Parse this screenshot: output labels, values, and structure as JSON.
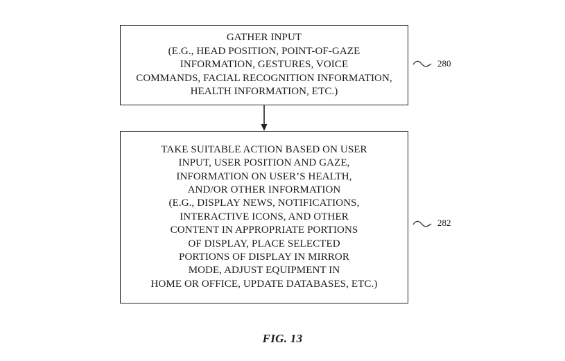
{
  "flowchart": {
    "steps": [
      {
        "ref": "280",
        "lines": [
          "GATHER INPUT",
          "(E.G., HEAD POSITION, POINT-OF-GAZE",
          "INFORMATION, GESTURES, VOICE",
          "COMMANDS, FACIAL RECOGNITION INFORMATION,",
          "HEALTH INFORMATION, ETC.)"
        ]
      },
      {
        "ref": "282",
        "lines": [
          "TAKE SUITABLE ACTION BASED ON USER",
          "INPUT, USER POSITION AND GAZE,",
          "INFORMATION ON USER’S HEALTH,",
          "AND/OR OTHER INFORMATION",
          "(E.G., DISPLAY NEWS, NOTIFICATIONS,",
          "INTERACTIVE ICONS, AND OTHER",
          "CONTENT IN APPROPRIATE PORTIONS",
          "OF DISPLAY, PLACE SELECTED",
          "PORTIONS OF DISPLAY IN MIRROR",
          "MODE, ADJUST EQUIPMENT IN",
          "HOME OR OFFICE, UPDATE DATABASES, ETC.)"
        ]
      }
    ]
  },
  "figure": {
    "caption": "FIG. 13"
  }
}
